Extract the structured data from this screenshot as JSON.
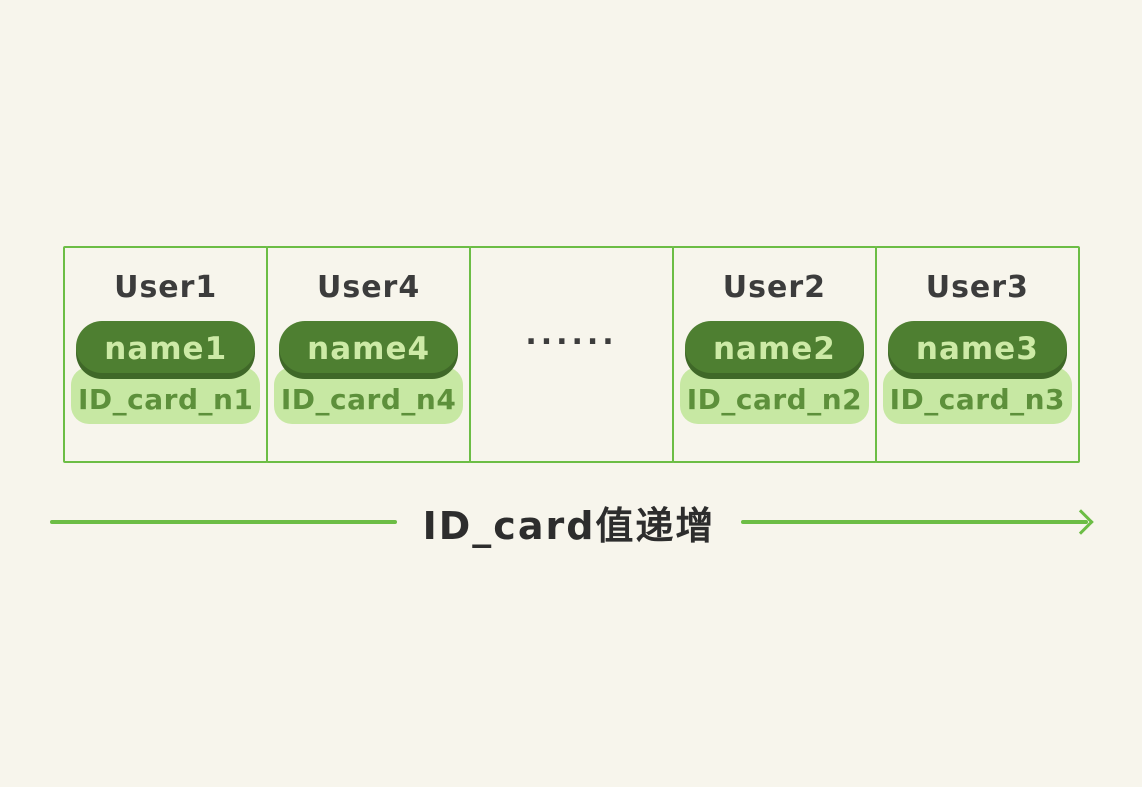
{
  "diagram": {
    "cells": [
      {
        "type": "user",
        "user": "User1",
        "name": "name1",
        "id": "ID_card_n1"
      },
      {
        "type": "user",
        "user": "User4",
        "name": "name4",
        "id": "ID_card_n4"
      },
      {
        "type": "ellipsis",
        "label": "......"
      },
      {
        "type": "user",
        "user": "User2",
        "name": "name2",
        "id": "ID_card_n2"
      },
      {
        "type": "user",
        "user": "User3",
        "name": "name3",
        "id": "ID_card_n3"
      }
    ],
    "arrow": {
      "label": "ID_card值递增"
    },
    "colors": {
      "background": "#f7f5ec",
      "border_green": "#6cbd45",
      "badge_dark_green": "#4e7f31",
      "badge_dark_text": "#cdeaa6",
      "badge_light_green": "#c7e8a3",
      "badge_light_text": "#5d903b",
      "title_text": "#3c3c3c"
    }
  }
}
